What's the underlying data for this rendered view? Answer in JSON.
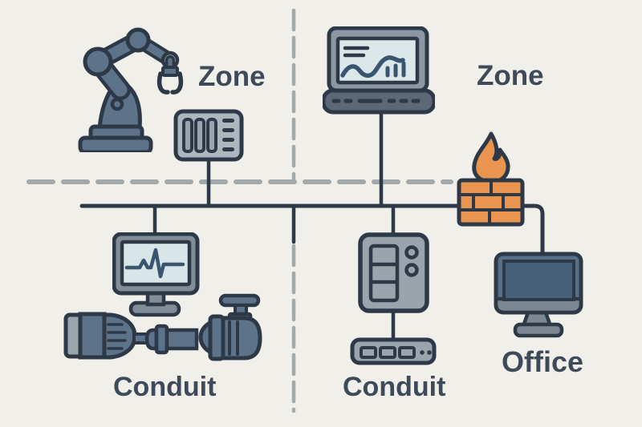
{
  "labels": {
    "zone_top_left": "Zone",
    "zone_top_right": "Zone",
    "conduit_bottom_left": "Conduit",
    "conduit_bottom_right": "Conduit",
    "office": "Office"
  },
  "palette": {
    "background": "#f1efea",
    "outline_dark": "#2e3947",
    "label_text": "#3e4a59",
    "device_gray": "#9ba3ac",
    "panel_gray": "#aeb6bd",
    "blue_gray": "#5d7389",
    "light_blue_gray": "#9aa5ae",
    "screen_light": "#dbe7e8",
    "screen_dark_blue": "#47617b",
    "monitor_bezel_blue": "#56708a",
    "firewall_orange": "#e9944f",
    "dashed_divider_gray": "#a3a8ab",
    "trace_slate": "#3a5570"
  },
  "diagram": {
    "type": "zones-and-conduits network diagram",
    "zones": [
      {
        "label": "Zone",
        "position": "top-left",
        "devices": [
          "robotic-arm",
          "plc-controller"
        ]
      },
      {
        "label": "Zone",
        "position": "top-right",
        "devices": [
          "laptop"
        ]
      }
    ],
    "conduits": [
      {
        "label": "Conduit",
        "position": "bottom-left",
        "devices": [
          "hmi-monitor",
          "motor-pump-valve"
        ]
      },
      {
        "label": "Conduit",
        "position": "bottom-right",
        "devices": [
          "server-tower",
          "network-switch"
        ]
      }
    ],
    "office_segment": {
      "label": "Office",
      "devices": [
        "desktop-monitor"
      ],
      "separated_by": "firewall"
    },
    "connections": [
      "plc-controller to bus",
      "laptop to bus",
      "hmi-monitor to bus",
      "server-tower to bus",
      "server-tower to network-switch",
      "bus through firewall to desktop-monitor"
    ]
  }
}
